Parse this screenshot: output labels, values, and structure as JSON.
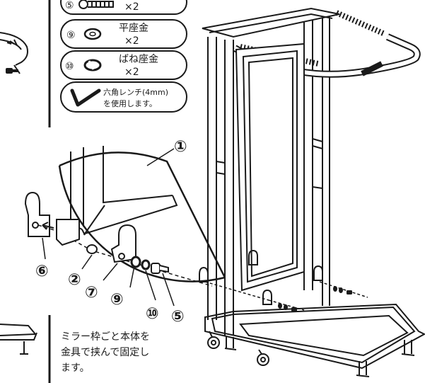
{
  "parts": [
    {
      "num": "⑤",
      "qty": "×2"
    },
    {
      "num": "⑨",
      "name": "平座金",
      "qty": "×2"
    },
    {
      "num": "⑩",
      "name": "ばね座金",
      "qty": "×2"
    },
    {
      "name": "六角レンチ(4mm)",
      "note": "を使用します。"
    }
  ],
  "callouts": {
    "c1": "①",
    "c2": "②",
    "c5": "⑤",
    "c6": "⑥",
    "c7": "⑦",
    "c9": "⑨",
    "c10": "⑩"
  },
  "instruction": {
    "line1": "ミラー枠ごと本体を",
    "line2": "金具で挟んで固定し",
    "line3": "ます。"
  }
}
